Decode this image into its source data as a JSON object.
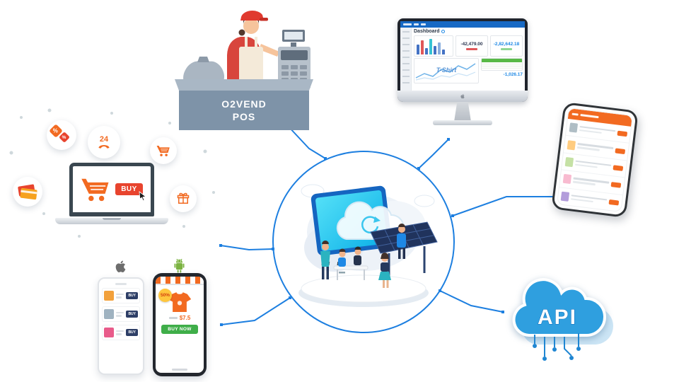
{
  "colors": {
    "accent_blue": "#1d7fe0",
    "orange": "#f26a21",
    "red": "#e8442e",
    "green": "#3fae49",
    "cloud_blue": "#2f9fdf",
    "counter_gray": "#7e93a8",
    "screen_cyan": "#2fd0f0"
  },
  "pos": {
    "line1": "O2VEND",
    "line2": "POS"
  },
  "dashboard": {
    "title": "Dashboard",
    "watermark": "T-Shirt",
    "metric_1": "-42,479.00",
    "metric_2": "-2,82,642.18",
    "metric_3": "-1,026.17"
  },
  "laptop": {
    "buy": "BUY"
  },
  "bubbles": {
    "support_hours": "24",
    "percent": "%"
  },
  "store_phone": {
    "discount": "50%",
    "price": "$7.5",
    "buy_now": "BUY NOW"
  },
  "list_phone": {
    "buy": "BUY"
  },
  "api": {
    "label": "API"
  }
}
